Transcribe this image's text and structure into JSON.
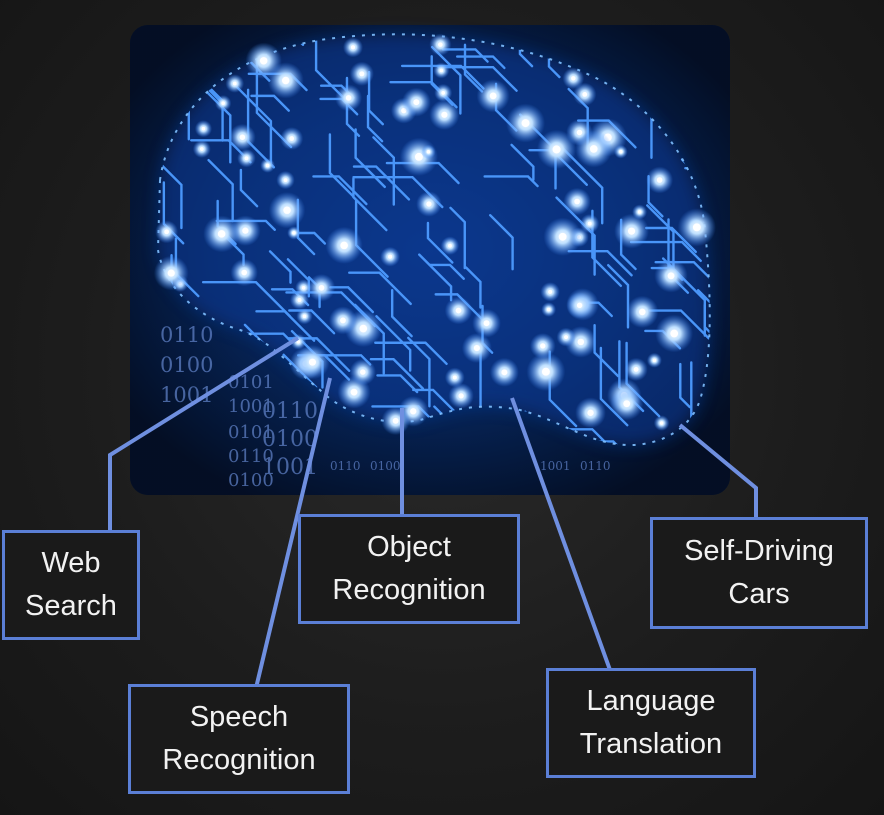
{
  "labels": {
    "web_search": {
      "line1": "Web",
      "line2": "Search"
    },
    "speech_recognition": {
      "line1": "Speech",
      "line2": "Recognition"
    },
    "object_recognition": {
      "line1": "Object",
      "line2": "Recognition"
    },
    "language_translation": {
      "line1": "Language",
      "line2": "Translation"
    },
    "self_driving_cars": {
      "line1": "Self-Driving",
      "line2": "Cars"
    }
  },
  "binary_text": {
    "line1": "0110",
    "line2": "0100",
    "line3": "1001",
    "line4": "0101",
    "line5": "1001"
  },
  "colors": {
    "box_border": "#5b7fd6",
    "connector": "#6f8fe0",
    "circuit": "#3d8bff",
    "glow": "#cfe6ff",
    "background": "#1c1c1c"
  }
}
